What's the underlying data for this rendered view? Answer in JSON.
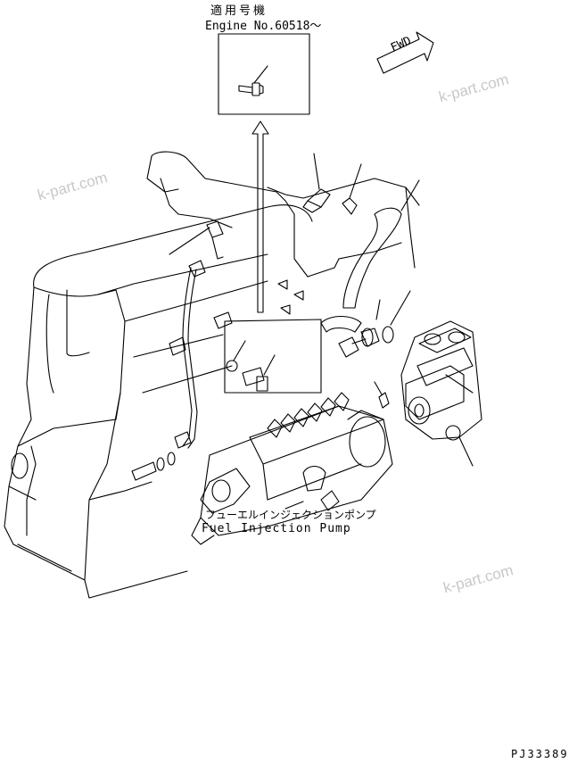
{
  "header": {
    "jp": "適用号機",
    "serial": "Engine No.60518～"
  },
  "fwd_label": "FWD",
  "pump_label": {
    "jp": "フューエルインジェクションポンプ",
    "en": "Fuel Injection Pump"
  },
  "part_code": "PJ33389",
  "watermark": "k-part.com",
  "colors": {
    "ink": "#000000",
    "watermark": "#c8c8c8"
  }
}
